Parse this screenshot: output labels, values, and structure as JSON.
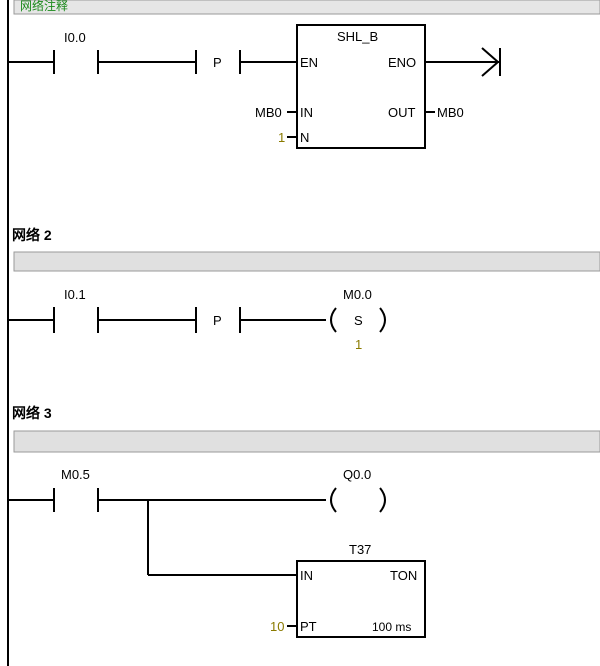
{
  "network1": {
    "comment": "网络注释",
    "contact": "I0.0",
    "edge": "P",
    "box": {
      "title": "SHL_B",
      "en": "EN",
      "eno": "ENO",
      "in": "IN",
      "out": "OUT",
      "n": "N",
      "in_operand": "MB0",
      "out_operand": "MB0",
      "n_value": "1"
    }
  },
  "network2": {
    "title": "网络 2",
    "contact": "I0.1",
    "edge": "P",
    "coil_address": "M0.0",
    "coil_type": "S",
    "coil_count": "1"
  },
  "network3": {
    "title": "网络 3",
    "contact": "M0.5",
    "coil_address": "Q0.0",
    "timer": {
      "title": "T37",
      "in": "IN",
      "type": "TON",
      "pt": "PT",
      "pt_value": "10",
      "base": "100 ms"
    }
  },
  "colors": {
    "comment_green": "#1a8a1a",
    "constant_olive": "#8a7a00",
    "bar_gray": "#e0e0e0"
  }
}
